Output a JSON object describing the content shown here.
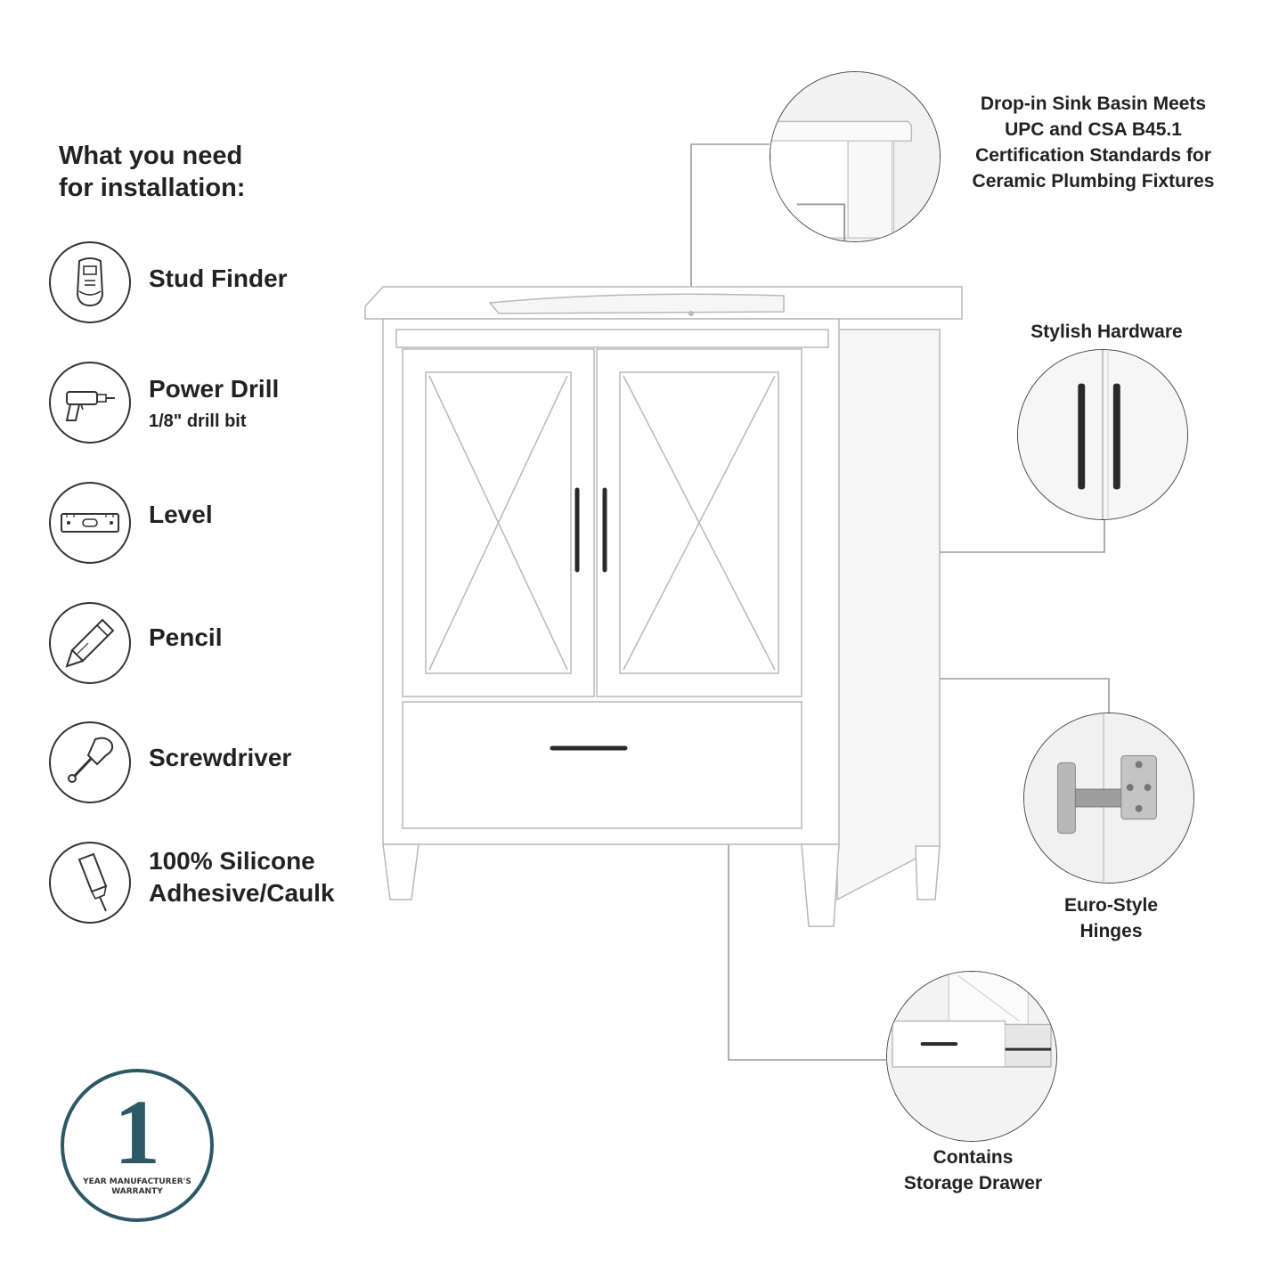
{
  "heading": {
    "line1": "What you need",
    "line2": "for installation:"
  },
  "tools": [
    {
      "icon": "stud-finder-icon",
      "label": "Stud Finder"
    },
    {
      "icon": "power-drill-icon",
      "label": "Power Drill",
      "sublabel": "1/8\" drill bit"
    },
    {
      "icon": "level-icon",
      "label": "Level"
    },
    {
      "icon": "pencil-icon",
      "label": "Pencil"
    },
    {
      "icon": "screwdriver-icon",
      "label": "Screwdriver"
    },
    {
      "icon": "caulk-gun-icon",
      "label_line1": "100% Silicone",
      "label_line2": "Adhesive/Caulk"
    }
  ],
  "features": {
    "sink": {
      "line1": "Drop-in Sink Basin Meets",
      "line2": "UPC and CSA B45.1",
      "line3": "Certification Standards for",
      "line4": "Ceramic Plumbing Fixtures"
    },
    "hardware": {
      "label": "Stylish Hardware"
    },
    "hinges": {
      "line1": "Euro-Style",
      "line2": "Hinges"
    },
    "drawer": {
      "line1": "Contains",
      "line2": "Storage Drawer"
    }
  },
  "warranty": {
    "number": "1",
    "line1": "YEAR MANUFACTURER'S",
    "line2": "WARRANTY"
  },
  "colors": {
    "text": "#222222",
    "warranty_accent": "#2d5865",
    "leader_line": "#9a9a9a",
    "cabinet_white": "#ffffff",
    "cabinet_outline": "#b8b8b8",
    "handle": "#2a2a2a"
  }
}
